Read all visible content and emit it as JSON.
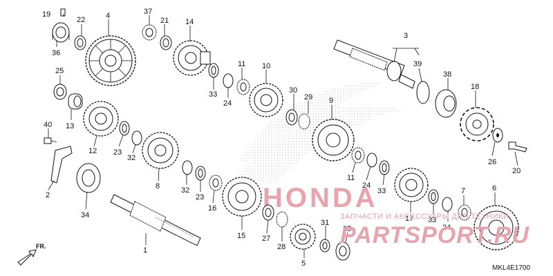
{
  "labels": {
    "p1": "1",
    "p2": "2",
    "p3": "3",
    "p4": "4",
    "p5": "5",
    "p6": "6",
    "p7": "7",
    "p8": "8",
    "p9": "9",
    "p10": "10",
    "p11a": "11",
    "p11b": "11",
    "p12": "12",
    "p13": "13",
    "p14": "14",
    "p15": "15",
    "p16": "16",
    "p17": "17",
    "p18": "18",
    "p19": "19",
    "p20": "20",
    "p21": "21",
    "p22": "22",
    "p23a": "23",
    "p23b": "23",
    "p24a": "24",
    "p24b": "24",
    "p24c": "24",
    "p25": "25",
    "p26": "26",
    "p27": "27",
    "p28": "28",
    "p29": "29",
    "p30": "30",
    "p31": "31",
    "p32a": "32",
    "p32b": "32",
    "p33a": "33",
    "p33b": "33",
    "p33c": "33",
    "p34": "34",
    "p35": "35",
    "p36": "36",
    "p37": "37",
    "p38": "38",
    "p39": "39",
    "p40": "40"
  },
  "diagram_code": "MKL4E1700",
  "direction_label": "FR.",
  "watermark_text": "ЗАПЧАСТИ И АКСЕССУАРЫ ДЛЯ ТЕХНИКИ",
  "watermark_logo": "PARTSPORT.RU",
  "brand_watermark": "HONDA",
  "colors": {
    "line": "#111111",
    "watermark": "#e8a4ad",
    "dots": "#9a9a9a"
  }
}
